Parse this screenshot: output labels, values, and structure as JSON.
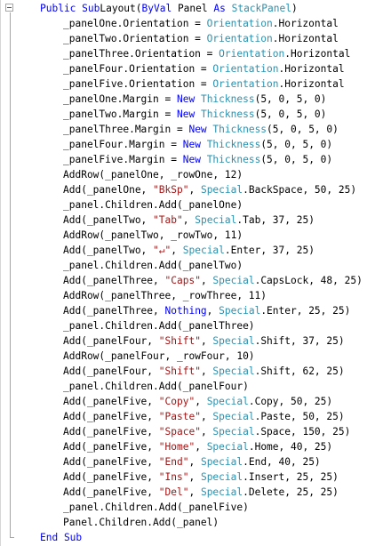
{
  "code_lines": [
    {
      "indent": 0,
      "tokens": [
        [
          "kw",
          "Public Sub"
        ],
        [
          "",
          "Layout("
        ],
        [
          "kw",
          "ByVal"
        ],
        [
          "",
          " Panel "
        ],
        [
          "kw",
          "As"
        ],
        [
          "",
          " "
        ],
        [
          "ty",
          "StackPanel"
        ],
        [
          "",
          ")"
        ]
      ]
    },
    {
      "indent": 1,
      "tokens": [
        [
          "",
          "_panelOne.Orientation = "
        ],
        [
          "ty",
          "Orientation"
        ],
        [
          "",
          ".Horizontal"
        ]
      ]
    },
    {
      "indent": 1,
      "tokens": [
        [
          "",
          "_panelTwo.Orientation = "
        ],
        [
          "ty",
          "Orientation"
        ],
        [
          "",
          ".Horizontal"
        ]
      ]
    },
    {
      "indent": 1,
      "tokens": [
        [
          "",
          "_panelThree.Orientation = "
        ],
        [
          "ty",
          "Orientation"
        ],
        [
          "",
          ".Horizontal"
        ]
      ]
    },
    {
      "indent": 1,
      "tokens": [
        [
          "",
          "_panelFour.Orientation = "
        ],
        [
          "ty",
          "Orientation"
        ],
        [
          "",
          ".Horizontal"
        ]
      ]
    },
    {
      "indent": 1,
      "tokens": [
        [
          "",
          "_panelFive.Orientation = "
        ],
        [
          "ty",
          "Orientation"
        ],
        [
          "",
          ".Horizontal"
        ]
      ]
    },
    {
      "indent": 1,
      "tokens": [
        [
          "",
          "_panelOne.Margin = "
        ],
        [
          "kw",
          "New"
        ],
        [
          "",
          " "
        ],
        [
          "ty",
          "Thickness"
        ],
        [
          "",
          "(5, 0, 5, 0)"
        ]
      ]
    },
    {
      "indent": 1,
      "tokens": [
        [
          "",
          "_panelTwo.Margin = "
        ],
        [
          "kw",
          "New"
        ],
        [
          "",
          " "
        ],
        [
          "ty",
          "Thickness"
        ],
        [
          "",
          "(5, 0, 5, 0)"
        ]
      ]
    },
    {
      "indent": 1,
      "tokens": [
        [
          "",
          "_panelThree.Margin = "
        ],
        [
          "kw",
          "New"
        ],
        [
          "",
          " "
        ],
        [
          "ty",
          "Thickness"
        ],
        [
          "",
          "(5, 0, 5, 0)"
        ]
      ]
    },
    {
      "indent": 1,
      "tokens": [
        [
          "",
          "_panelFour.Margin = "
        ],
        [
          "kw",
          "New"
        ],
        [
          "",
          " "
        ],
        [
          "ty",
          "Thickness"
        ],
        [
          "",
          "(5, 0, 5, 0)"
        ]
      ]
    },
    {
      "indent": 1,
      "tokens": [
        [
          "",
          "_panelFive.Margin = "
        ],
        [
          "kw",
          "New"
        ],
        [
          "",
          " "
        ],
        [
          "ty",
          "Thickness"
        ],
        [
          "",
          "(5, 0, 5, 0)"
        ]
      ]
    },
    {
      "indent": 1,
      "tokens": [
        [
          "",
          "AddRow(_panelOne, _rowOne, 12)"
        ]
      ]
    },
    {
      "indent": 1,
      "tokens": [
        [
          "",
          "Add(_panelOne, "
        ],
        [
          "st",
          "\"BkSp\""
        ],
        [
          "",
          ", "
        ],
        [
          "ty",
          "Special"
        ],
        [
          "",
          ".BackSpace, 50, 25)"
        ]
      ]
    },
    {
      "indent": 1,
      "tokens": [
        [
          "",
          "_panel.Children.Add(_panelOne)"
        ]
      ]
    },
    {
      "indent": 1,
      "tokens": [
        [
          "",
          "Add(_panelTwo, "
        ],
        [
          "st",
          "\"Tab\""
        ],
        [
          "",
          ", "
        ],
        [
          "ty",
          "Special"
        ],
        [
          "",
          ".Tab, 37, 25)"
        ]
      ]
    },
    {
      "indent": 1,
      "tokens": [
        [
          "",
          "AddRow(_panelTwo, _rowTwo, 11)"
        ]
      ]
    },
    {
      "indent": 1,
      "tokens": [
        [
          "",
          "Add(_panelTwo, "
        ],
        [
          "st",
          "\"↵\""
        ],
        [
          "",
          ", "
        ],
        [
          "ty",
          "Special"
        ],
        [
          "",
          ".Enter, 37, 25)"
        ]
      ]
    },
    {
      "indent": 1,
      "tokens": [
        [
          "",
          "_panel.Children.Add(_panelTwo)"
        ]
      ]
    },
    {
      "indent": 1,
      "tokens": [
        [
          "",
          "Add(_panelThree, "
        ],
        [
          "st",
          "\"Caps\""
        ],
        [
          "",
          ", "
        ],
        [
          "ty",
          "Special"
        ],
        [
          "",
          ".CapsLock, 48, 25)"
        ]
      ]
    },
    {
      "indent": 1,
      "tokens": [
        [
          "",
          "AddRow(_panelThree, _rowThree, 11)"
        ]
      ]
    },
    {
      "indent": 1,
      "tokens": [
        [
          "",
          "Add(_panelThree, "
        ],
        [
          "kw",
          "Nothing"
        ],
        [
          "",
          ", "
        ],
        [
          "ty",
          "Special"
        ],
        [
          "",
          ".Enter, 25, 25)"
        ]
      ]
    },
    {
      "indent": 1,
      "tokens": [
        [
          "",
          "_panel.Children.Add(_panelThree)"
        ]
      ]
    },
    {
      "indent": 1,
      "tokens": [
        [
          "",
          "Add(_panelFour, "
        ],
        [
          "st",
          "\"Shift\""
        ],
        [
          "",
          ", "
        ],
        [
          "ty",
          "Special"
        ],
        [
          "",
          ".Shift, 37, 25)"
        ]
      ]
    },
    {
      "indent": 1,
      "tokens": [
        [
          "",
          "AddRow(_panelFour, _rowFour, 10)"
        ]
      ]
    },
    {
      "indent": 1,
      "tokens": [
        [
          "",
          "Add(_panelFour, "
        ],
        [
          "st",
          "\"Shift\""
        ],
        [
          "",
          ", "
        ],
        [
          "ty",
          "Special"
        ],
        [
          "",
          ".Shift, 62, 25)"
        ]
      ]
    },
    {
      "indent": 1,
      "tokens": [
        [
          "",
          "_panel.Children.Add(_panelFour)"
        ]
      ]
    },
    {
      "indent": 1,
      "tokens": [
        [
          "",
          "Add(_panelFive, "
        ],
        [
          "st",
          "\"Copy\""
        ],
        [
          "",
          ", "
        ],
        [
          "ty",
          "Special"
        ],
        [
          "",
          ".Copy, 50, 25)"
        ]
      ]
    },
    {
      "indent": 1,
      "tokens": [
        [
          "",
          "Add(_panelFive, "
        ],
        [
          "st",
          "\"Paste\""
        ],
        [
          "",
          ", "
        ],
        [
          "ty",
          "Special"
        ],
        [
          "",
          ".Paste, 50, 25)"
        ]
      ]
    },
    {
      "indent": 1,
      "tokens": [
        [
          "",
          "Add(_panelFive, "
        ],
        [
          "st",
          "\"Space\""
        ],
        [
          "",
          ", "
        ],
        [
          "ty",
          "Special"
        ],
        [
          "",
          ".Space, 150, 25)"
        ]
      ]
    },
    {
      "indent": 1,
      "tokens": [
        [
          "",
          "Add(_panelFive, "
        ],
        [
          "st",
          "\"Home\""
        ],
        [
          "",
          ", "
        ],
        [
          "ty",
          "Special"
        ],
        [
          "",
          ".Home, 40, 25)"
        ]
      ]
    },
    {
      "indent": 1,
      "tokens": [
        [
          "",
          "Add(_panelFive, "
        ],
        [
          "st",
          "\"End\""
        ],
        [
          "",
          ", "
        ],
        [
          "ty",
          "Special"
        ],
        [
          "",
          ".End, 40, 25)"
        ]
      ]
    },
    {
      "indent": 1,
      "tokens": [
        [
          "",
          "Add(_panelFive, "
        ],
        [
          "st",
          "\"Ins\""
        ],
        [
          "",
          ", "
        ],
        [
          "ty",
          "Special"
        ],
        [
          "",
          ".Insert, 25, 25)"
        ]
      ]
    },
    {
      "indent": 1,
      "tokens": [
        [
          "",
          "Add(_panelFive, "
        ],
        [
          "st",
          "\"Del\""
        ],
        [
          "",
          ", "
        ],
        [
          "ty",
          "Special"
        ],
        [
          "",
          ".Delete, 25, 25)"
        ]
      ]
    },
    {
      "indent": 1,
      "tokens": [
        [
          "",
          "_panel.Children.Add(_panelFive)"
        ]
      ]
    },
    {
      "indent": 1,
      "tokens": [
        [
          "",
          "Panel.Children.Add(_panel)"
        ]
      ]
    },
    {
      "indent": 0,
      "tokens": [
        [
          "kw",
          "End Sub"
        ]
      ]
    }
  ],
  "colors": {
    "keyword": "#0000ff",
    "type": "#2b91af",
    "string": "#a31515",
    "text": "#000000"
  },
  "fold_icon": "collapse-minus-icon"
}
